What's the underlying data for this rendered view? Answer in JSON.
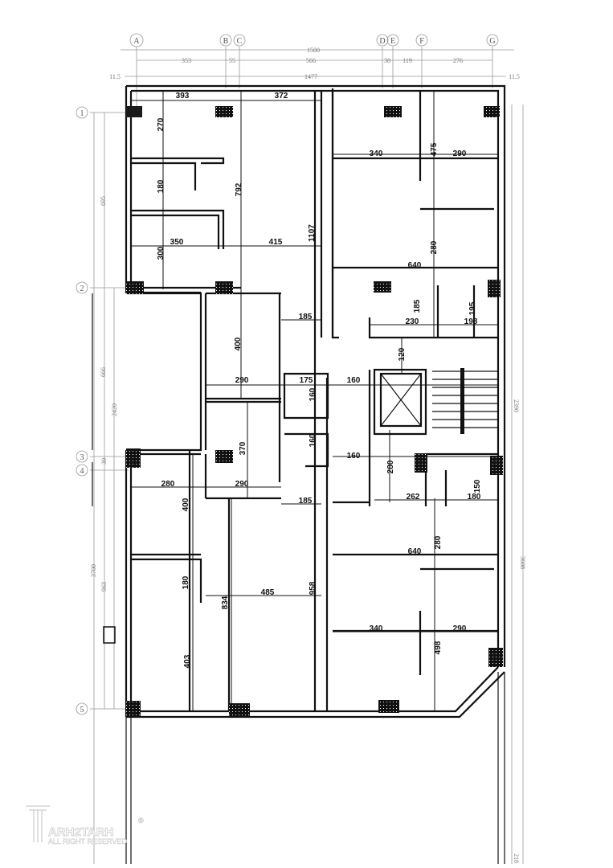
{
  "title": "Floor plan",
  "grid_columns": [
    "A",
    "B",
    "C",
    "D",
    "E",
    "F",
    "G"
  ],
  "grid_rows": [
    "1",
    "2",
    "3",
    "4",
    "5"
  ],
  "top_dimensions": {
    "overall": "1500",
    "segments": [
      "353",
      "55",
      "566",
      "38",
      "119",
      "276"
    ],
    "inner_left_offset": "11.5",
    "inner": "1477",
    "inner_right_offset": "11.5"
  },
  "left_dimensions": [
    "695",
    "666",
    "2420",
    "30",
    "3700",
    "963"
  ],
  "right_dimensions": [
    "2390",
    "3608",
    "218"
  ],
  "horizontal_labels": [
    "393",
    "372",
    "340",
    "290",
    "350",
    "415",
    "640",
    "185",
    "230",
    "198",
    "290",
    "175",
    "160",
    "160",
    "280",
    "290",
    "185",
    "262",
    "180",
    "640",
    "485",
    "340",
    "290"
  ],
  "vertical_labels": [
    "270",
    "180",
    "792",
    "1107",
    "300",
    "475",
    "280",
    "185",
    "195",
    "400",
    "120",
    "160",
    "370",
    "160",
    "280",
    "150",
    "400",
    "280",
    "180",
    "834",
    "958",
    "498",
    "403"
  ],
  "watermark": {
    "brand": "ARH2TARH",
    "tagline": "ALL RIGHT RESERVED",
    "mark": "®"
  }
}
